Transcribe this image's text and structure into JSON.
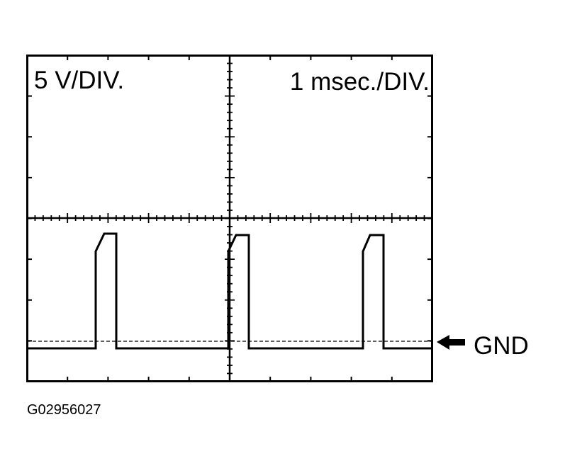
{
  "screen": {
    "voltage_scale": "5 V/DIV.",
    "time_scale": "1 msec./DIV."
  },
  "ground_marker": {
    "label": "GND",
    "icon": "left-arrow-icon"
  },
  "figure_code": "G02956027",
  "colors": {
    "trace": "#000000",
    "background": "#ffffff"
  },
  "waveform": {
    "description": "pulse train",
    "pulse_count": 3
  }
}
